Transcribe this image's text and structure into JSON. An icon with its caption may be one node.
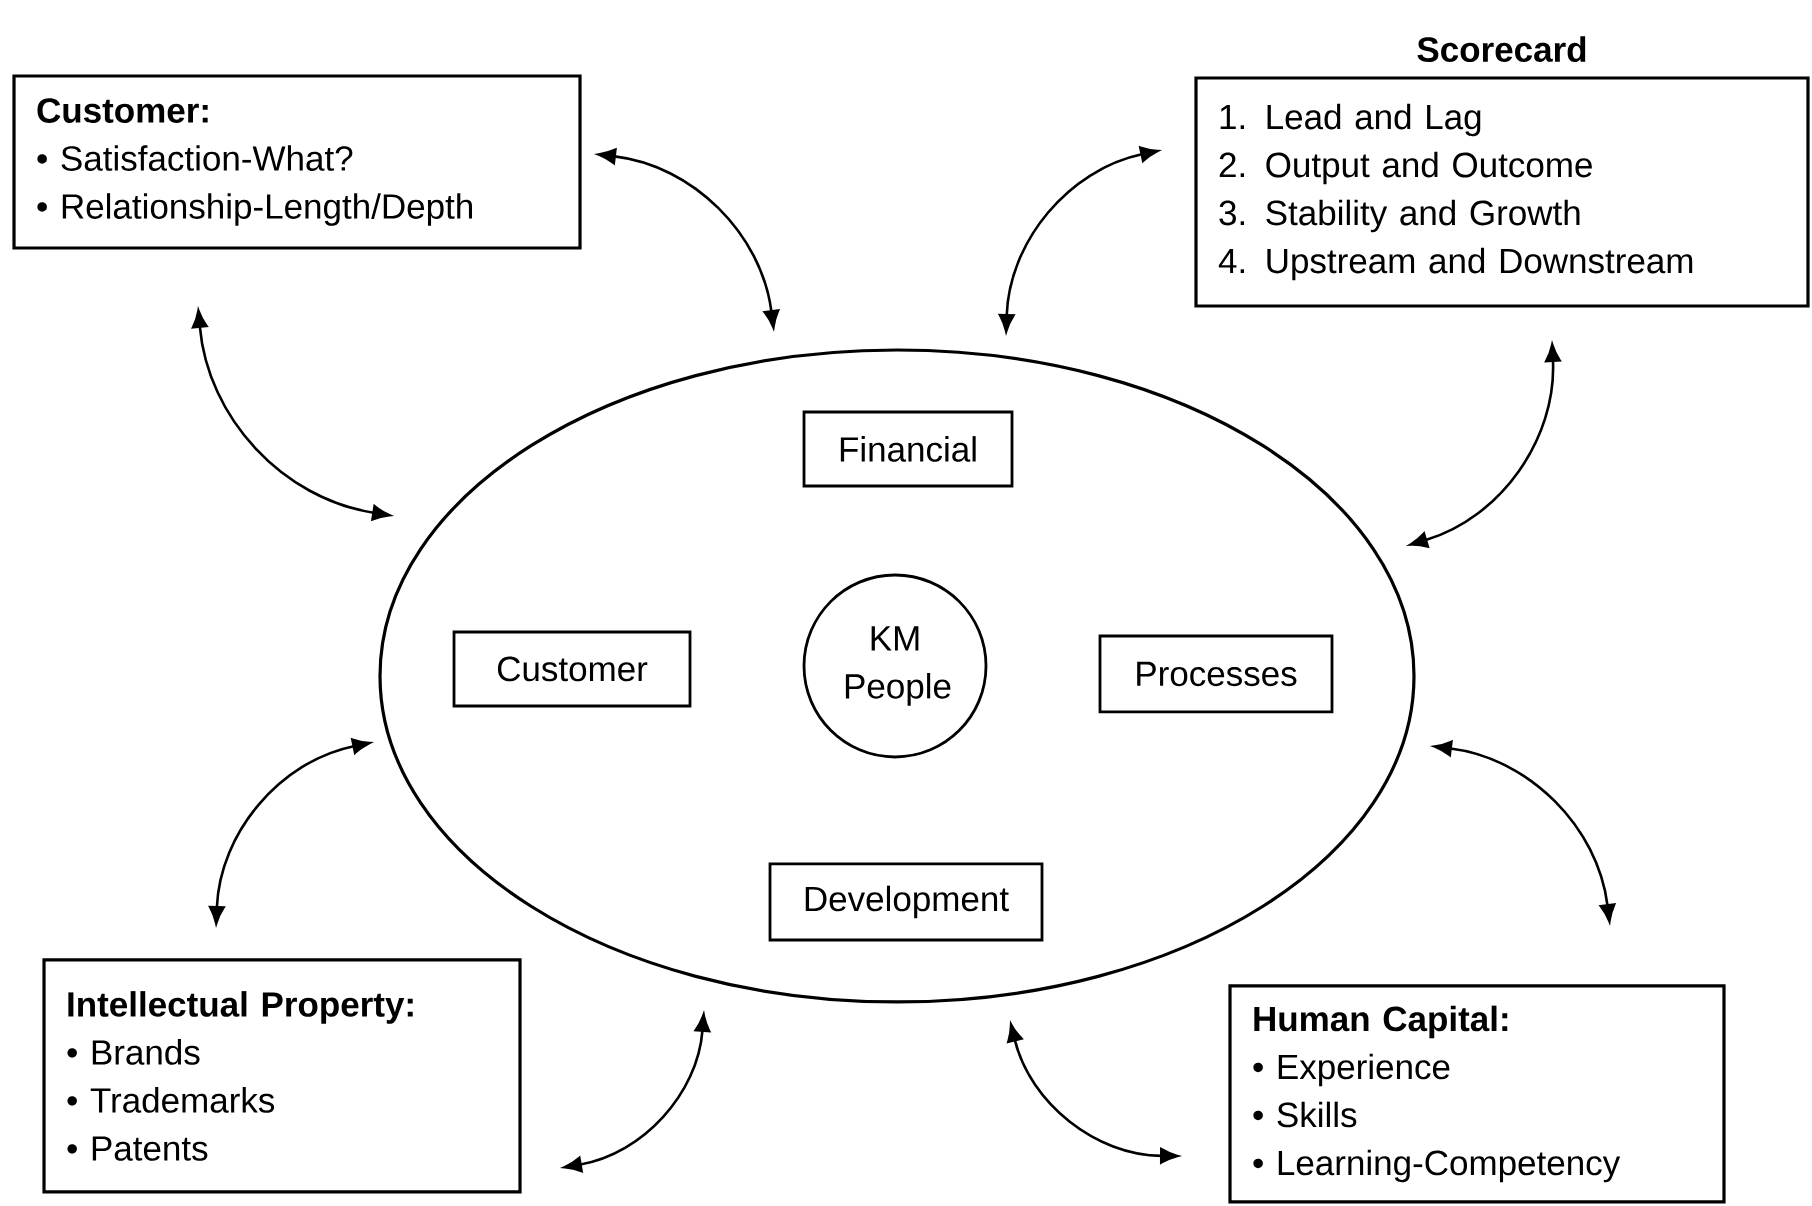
{
  "diagram": {
    "nodes": [
      {
        "text": [
          "Customer:",
          "• Satisfaction-What?",
          "• Relationship-Length/Depth"
        ]
      },
      {
        "text": [
          "Scorecard",
          "1. Lead and Lag",
          "2. Output and Outcome",
          "3. Stability and Growth",
          "4. Upstream and Downstream"
        ]
      },
      {
        "text": [],
        "shape": "ellipse"
      },
      {
        "text": [
          "Financial"
        ],
        "in": 2
      },
      {
        "text": [
          "Customer"
        ],
        "in": 2
      },
      {
        "text": [
          "KM People"
        ],
        "in": 2
      },
      {
        "text": [
          "Processes"
        ],
        "in": 2
      },
      {
        "text": [
          "Development"
        ],
        "in": 2
      },
      {
        "text": [
          "Intellectual Property:",
          "• Brands",
          "• Trademarks",
          "• Patents"
        ]
      },
      {
        "text": [
          "Human Capital:",
          "• Experience",
          "• Skills",
          "• Learning-Competency"
        ]
      }
    ],
    "edges": [
      {
        "from": 0,
        "to": 2,
        "arrow": "both"
      },
      {
        "from": 0,
        "to": 2,
        "arrow": "both"
      },
      {
        "from": 1,
        "to": 2,
        "arrow": "both"
      },
      {
        "from": 1,
        "to": 2,
        "arrow": "both"
      },
      {
        "from": 8,
        "to": 2,
        "arrow": "both"
      },
      {
        "from": 8,
        "to": 2,
        "arrow": "both"
      },
      {
        "from": 9,
        "to": 2,
        "arrow": "both"
      },
      {
        "from": 9,
        "to": 2,
        "arrow": "both"
      }
    ]
  }
}
